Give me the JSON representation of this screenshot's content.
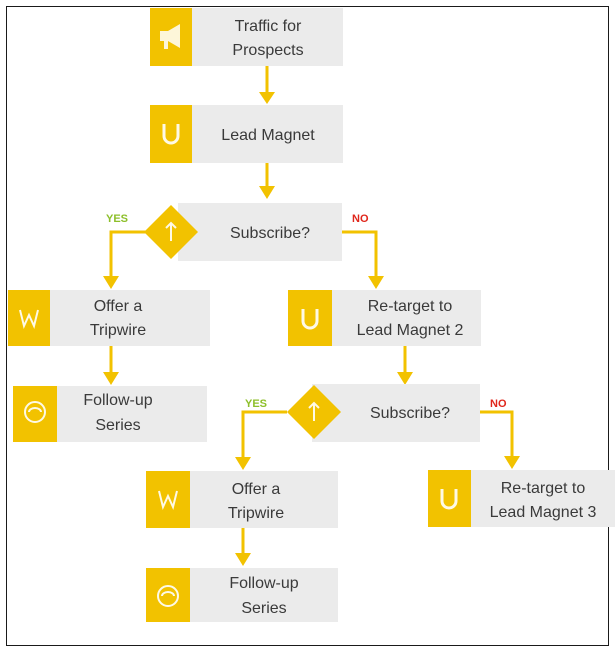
{
  "colors": {
    "box_fill": "#ebebeb",
    "icon_fill": "#f2c200",
    "arrow": "#f2c200",
    "yes": "#8dbf2a",
    "no": "#e0261b",
    "text": "#3a3a3a"
  },
  "nodes": {
    "traffic": {
      "line1": "Traffic for",
      "line2": "Prospects",
      "icon": "megaphone-icon"
    },
    "lead_magnet": {
      "line1": "Lead Magnet",
      "icon": "magnet-icon"
    },
    "subscribe_1": {
      "line1": "Subscribe?",
      "icon": "question-diamond-icon"
    },
    "tripwire_1": {
      "line1": "Offer a",
      "line2": "Tripwire",
      "icon": "tripwire-icon"
    },
    "retarget_1": {
      "line1": "Re-target to",
      "line2": "Lead Magnet 2",
      "icon": "magnet-icon"
    },
    "followup_1": {
      "line1": "Follow-up",
      "line2": "Series",
      "icon": "chat-bubble-icon"
    },
    "subscribe_2": {
      "line1": "Subscribe?",
      "icon": "question-diamond-icon"
    },
    "tripwire_2": {
      "line1": "Offer a",
      "line2": "Tripwire",
      "icon": "tripwire-icon"
    },
    "retarget_2": {
      "line1": "Re-target to",
      "line2": "Lead Magnet 3",
      "icon": "magnet-icon"
    },
    "followup_2": {
      "line1": "Follow-up",
      "line2": "Series",
      "icon": "chat-bubble-icon"
    }
  },
  "branches": {
    "yes_label": "YES",
    "no_label": "NO"
  }
}
